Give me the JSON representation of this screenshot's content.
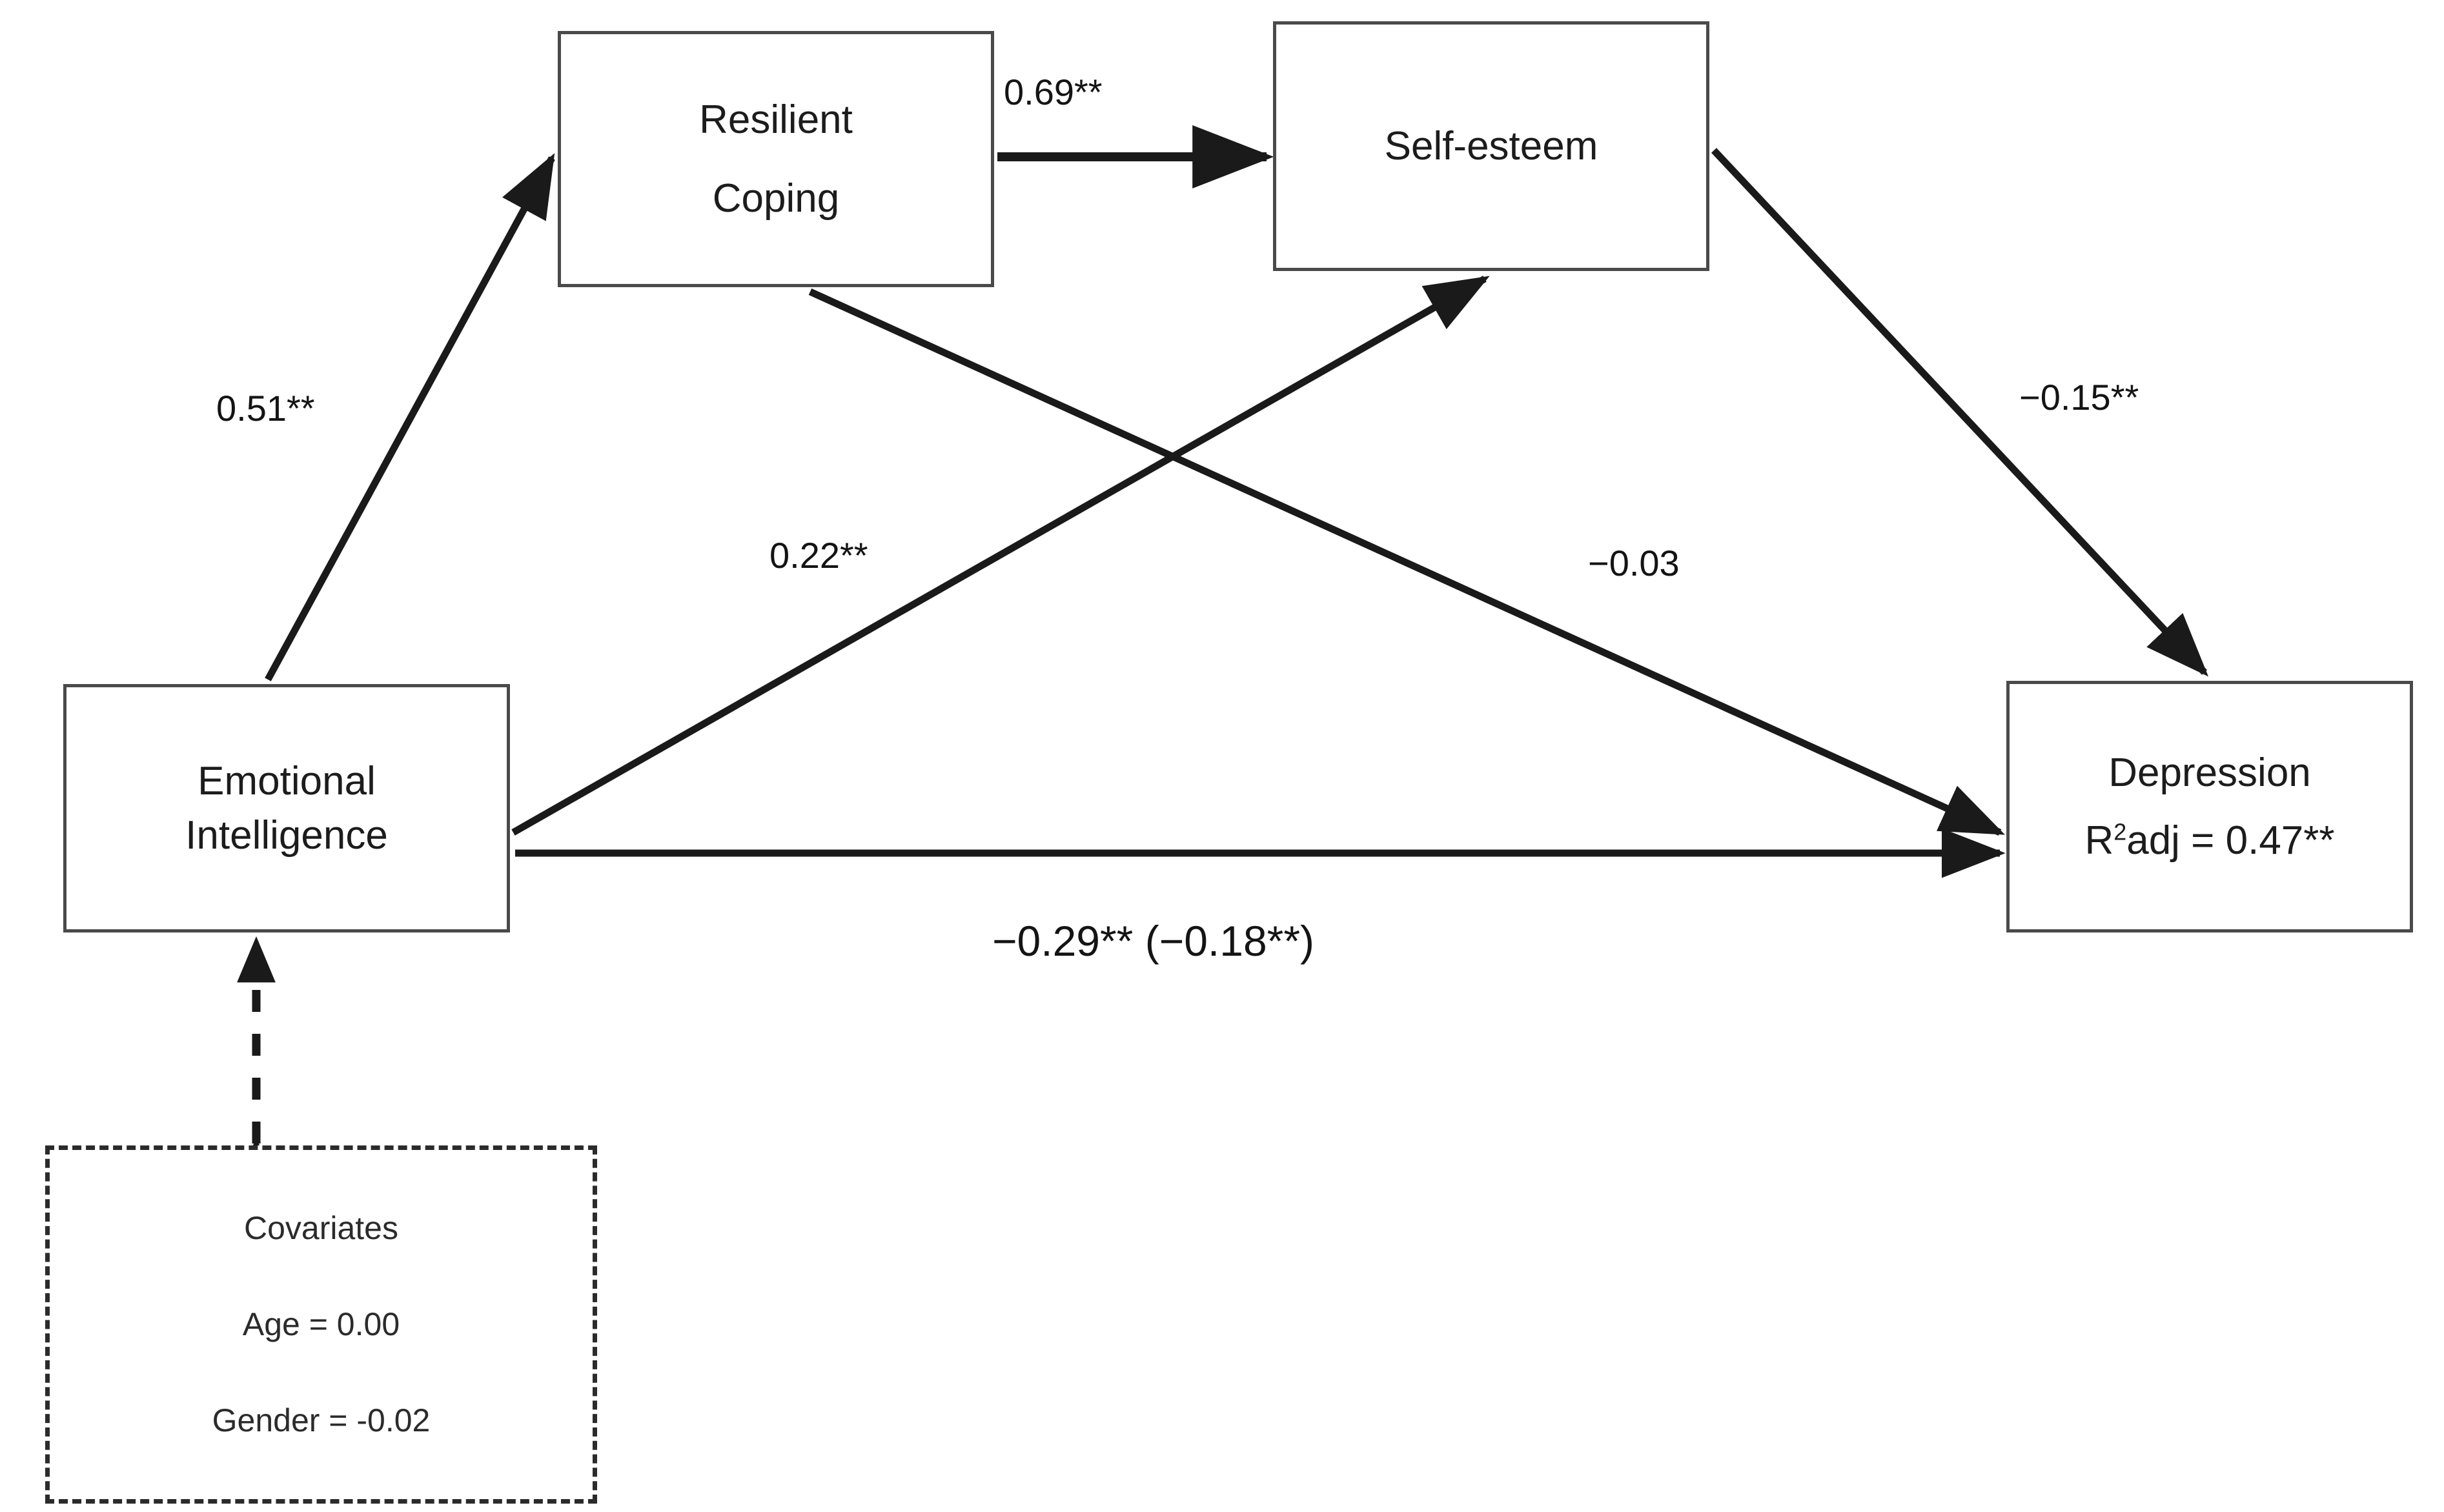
{
  "figure": {
    "type": "path-diagram",
    "title": "",
    "background_color": "#ffffff",
    "line_color": "#1a1a1a",
    "box_border_color": "#4a4a4a"
  },
  "nodes": {
    "resilient_coping": {
      "id": "resilient-coping",
      "line1": "Resilient",
      "line2": "Coping",
      "border_style": "solid"
    },
    "self_esteem": {
      "id": "self-esteem",
      "line1": "Self-esteem",
      "border_style": "solid"
    },
    "emotional_intelligence": {
      "id": "emotional-intelligence",
      "line1": "Emotional",
      "line2": "Intelligence",
      "border_style": "solid"
    },
    "depression": {
      "id": "depression",
      "line1": "Depression",
      "stat_prefix": "R",
      "stat_exponent": "2",
      "stat_suffix": "adj = 0.47**",
      "border_style": "solid"
    }
  },
  "covariates": {
    "heading": "Covariates",
    "items": [
      "Age = 0.00",
      "Gender = -0.02"
    ],
    "border_style": "dashed"
  },
  "edges": [
    {
      "id": "ei-to-rc",
      "from": "emotional_intelligence",
      "to": "resilient_coping",
      "label": "0.51**",
      "coefficient": 0.51,
      "significance": "**",
      "style": "solid",
      "arrow": "single"
    },
    {
      "id": "rc-to-se",
      "from": "resilient_coping",
      "to": "self_esteem",
      "label": "0.69**",
      "coefficient": 0.69,
      "significance": "**",
      "style": "solid",
      "arrow": "single"
    },
    {
      "id": "ei-to-se",
      "from": "emotional_intelligence",
      "to": "self_esteem",
      "label": "0.22**",
      "coefficient": 0.22,
      "significance": "**",
      "style": "solid",
      "arrow": "single"
    },
    {
      "id": "rc-to-dep",
      "from": "resilient_coping",
      "to": "depression",
      "label": "−0.03",
      "coefficient": -0.03,
      "significance": "",
      "style": "solid",
      "arrow": "single"
    },
    {
      "id": "se-to-dep",
      "from": "self_esteem",
      "to": "depression",
      "label": "−0.15**",
      "coefficient": -0.15,
      "significance": "**",
      "style": "solid",
      "arrow": "single"
    },
    {
      "id": "ei-to-dep",
      "from": "emotional_intelligence",
      "to": "depression",
      "label": "−0.29** (−0.18**)",
      "total_effect": -0.29,
      "direct_effect": -0.18,
      "significance": "**",
      "style": "solid",
      "arrow": "single"
    },
    {
      "id": "ei-covariates",
      "from": "emotional_intelligence",
      "to": "covariates",
      "label": "",
      "style": "dashed",
      "arrow": "double"
    }
  ]
}
